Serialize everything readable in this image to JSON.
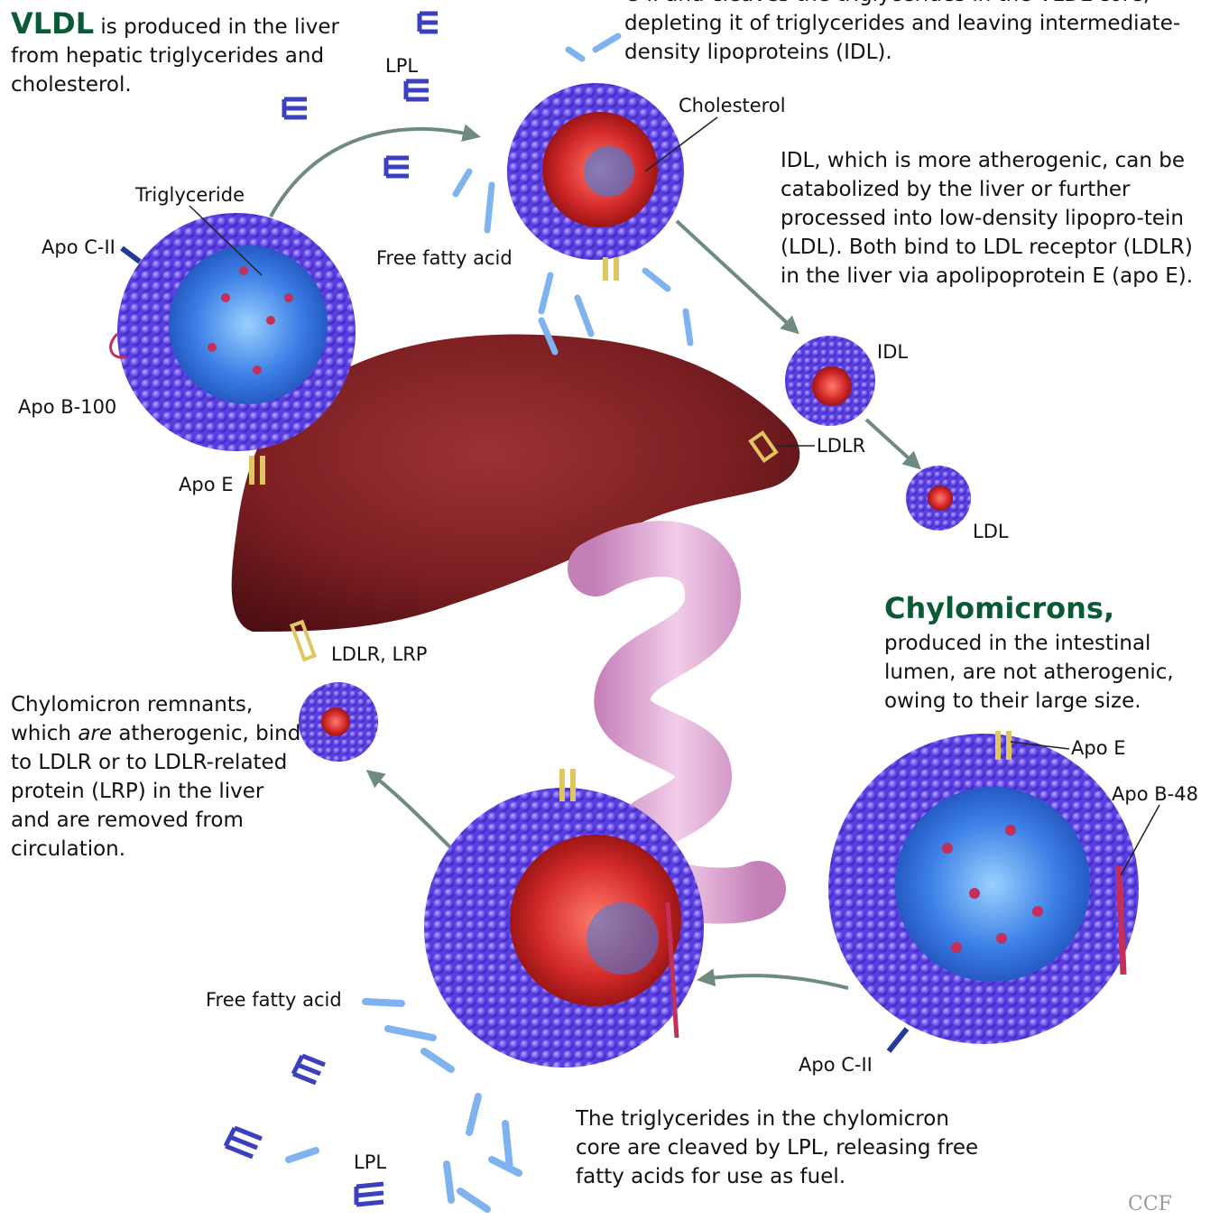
{
  "texts": {
    "vldl_heading": "VLDL",
    "vldl_body": " is produced in the liver from hepatic triglycerides and cholesterol.",
    "lpl_top_body": "C-II and cleaves the triglycerides in the VLDL core, depleting it of triglycerides and leaving intermediate-density lipoproteins (IDL).",
    "idl_body": "IDL, which is more atherogenic, can be catabolized by the liver or further processed into low-density lipopro-tein (LDL). Both bind to LDL receptor (LDLR) in the liver via apolipoprotein E (apo E).",
    "chylo_heading": "Chylomicrons,",
    "chylo_body": "produced in the intestinal lumen, are not atherogenic, owing to their large size.",
    "remnant_part1": "Chylomicron remnants, which ",
    "remnant_em": "are",
    "remnant_part2": " atherogenic, bind to LDLR or to LDLR-related protein (LRP) in the liver and are removed from circulation.",
    "tg_cleave_body": "The triglycerides in the chylomicron core are cleaved by LPL, releasing free fatty acids for use as fuel.",
    "credit": "CCF"
  },
  "labels": {
    "lpl_top": "LPL",
    "cholesterol": "Cholesterol",
    "triglyceride": "Triglyceride",
    "apo_c2_left": "Apo C-II",
    "free_fatty_acid_top": "Free fatty acid",
    "apo_b100": "Apo B-100",
    "apo_e_left": "Apo E",
    "idl": "IDL",
    "ldlr": "LDLR",
    "ldl": "LDL",
    "ldlr_lrp": "LDLR, LRP",
    "apo_e_right": "Apo E",
    "apo_b48": "Apo B-48",
    "free_fatty_acid_bottom": "Free fatty acid",
    "apo_c2_bottom": "Apo C-II",
    "lpl_bottom": "LPL"
  },
  "colors": {
    "heading_green": "#0b5a36",
    "shell_purple": "#6a4ff0",
    "core_blue": "#3b7fe6",
    "core_red": "#d42a2a",
    "liver": "#7c1f22",
    "intestine": "#dca3cf",
    "arrow": "#6f8b80"
  }
}
